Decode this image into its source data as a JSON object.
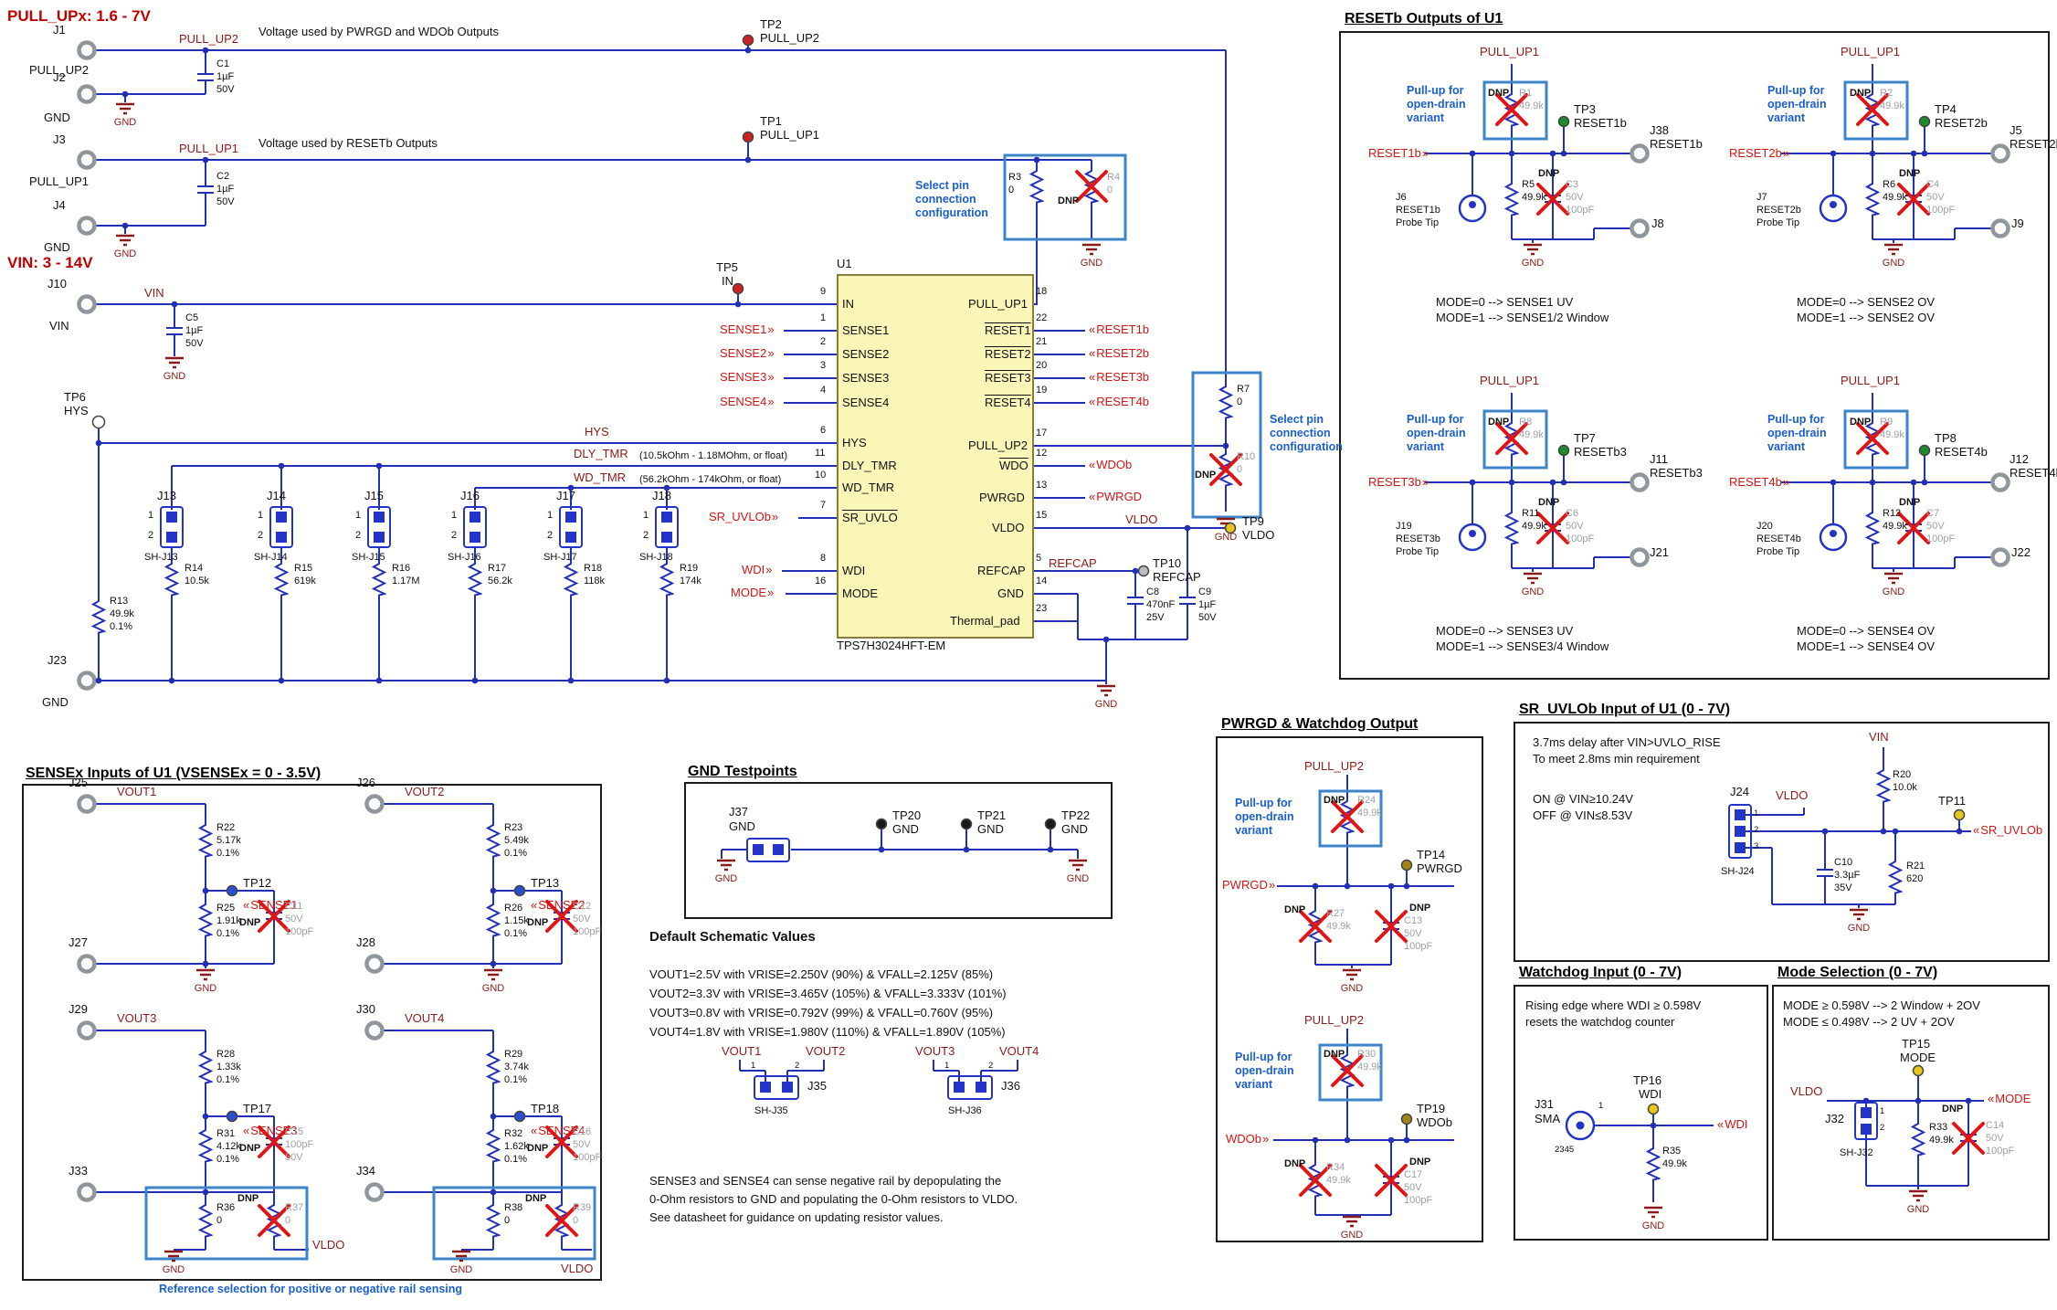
{
  "palette": {
    "wire": "#2230b8",
    "dnp_red": "#e01616",
    "highlight_blue": "#3d85c8",
    "net_red": "#d01616",
    "power_maroon": "#8b1a1a",
    "header_red": "#c00000",
    "annotation_blue": "#1b5fce",
    "ic_fill": "#faf6b8",
    "dnp_gray": "#9aa0a8"
  },
  "headers": {
    "pullupx": "PULL_UPx: 1.6 - 7V",
    "vin": "VIN: 3 - 14V"
  },
  "notes": {
    "pwrgd_rail": "Voltage used by PWRGD and WDOb Outputs",
    "resetb_rail": "Voltage used by RESETb Outputs",
    "select_pin": [
      "Select pin",
      "connection",
      "configuration"
    ],
    "pullup_od": [
      "Pull-up for",
      "open-drain",
      "variant"
    ],
    "dly_range": "(10.5kOhm - 1.18MOhm, or float)",
    "wd_range": "(56.2kOhm - 174kOhm, or float)",
    "ref_sel": "Reference selection for positive or negative rail sensing",
    "dnp": "DNP"
  },
  "panels": {
    "resetb": {
      "title": "RESETb Outputs of U1",
      "modes": [
        "MODE=0 --> SENSE1 UV",
        "MODE=1 --> SENSE1/2 Window",
        "MODE=0 --> SENSE2 OV",
        "MODE=1 --> SENSE2 OV",
        "MODE=0 --> SENSE3 UV",
        "MODE=1 --> SENSE3/4 Window",
        "MODE=0 --> SENSE4 OV",
        "MODE=1 --> SENSE4 OV"
      ]
    },
    "sensex": {
      "title": "SENSEx Inputs of U1 (VSENSEx = 0 - 3.5V)"
    },
    "gndtp": {
      "title": "GND Testpoints"
    },
    "pwrgd": {
      "title": "PWRGD & Watchdog Output"
    },
    "sruvlo": {
      "title": "SR_UVLOb Input of U1 (0 - 7V)",
      "lines": [
        "3.7ms delay after VIN>UVLO_RISE",
        "To meet 2.8ms min requirement",
        "ON @ VIN≥10.24V",
        "OFF @ VIN≤8.53V"
      ]
    },
    "wdin": {
      "title": "Watchdog Input (0 - 7V)",
      "lines": [
        "Rising edge where WDI ≥ 0.598V",
        "resets the watchdog counter"
      ]
    },
    "modesel": {
      "title": "Mode Selection (0 - 7V)",
      "lines": [
        "MODE ≥ 0.598V --> 2 Window + 2OV",
        "MODE ≤ 0.498V --> 2 UV + 2OV"
      ]
    }
  },
  "defaults": {
    "title": "Default Schematic Values",
    "lines": [
      "VOUT1=2.5V with VRISE=2.250V (90%)  & VFALL=2.125V (85%)",
      "VOUT2=3.3V with VRISE=3.465V (105%) & VFALL=3.333V (101%)",
      "VOUT3=0.8V with VRISE=0.792V (99%)  & VFALL=0.760V (95%)",
      "VOUT4=1.8V with VRISE=1.980V (110%) & VFALL=1.890V (105%)"
    ]
  },
  "sense_note": [
    "SENSE3 and SENSE4 can sense negative rail by depopulating the",
    "0-Ohm resistors to GND and populating the 0-Ohm resistors to VLDO.",
    "See datasheet for guidance on updating resistor values."
  ],
  "u1": {
    "ref": "U1",
    "part": "TPS7H3024HFT-EM",
    "left": [
      {
        "n": "9",
        "p": "IN"
      },
      {
        "n": "1",
        "p": "SENSE1"
      },
      {
        "n": "2",
        "p": "SENSE2"
      },
      {
        "n": "3",
        "p": "SENSE3"
      },
      {
        "n": "4",
        "p": "SENSE4"
      },
      {
        "n": "6",
        "p": "HYS"
      },
      {
        "n": "11",
        "p": "DLY_TMR"
      },
      {
        "n": "10",
        "p": "WD_TMR"
      },
      {
        "n": "7",
        "p": "SR_UVLO"
      },
      {
        "n": "8",
        "p": "WDI"
      },
      {
        "n": "16",
        "p": "MODE"
      }
    ],
    "right": [
      {
        "n": "18",
        "p": "PULL_UP1"
      },
      {
        "n": "22",
        "p": "RESET1"
      },
      {
        "n": "21",
        "p": "RESET2"
      },
      {
        "n": "20",
        "p": "RESET3"
      },
      {
        "n": "19",
        "p": "RESET4"
      },
      {
        "n": "17",
        "p": "PULL_UP2"
      },
      {
        "n": "12",
        "p": "WDO"
      },
      {
        "n": "13",
        "p": "PWRGD"
      },
      {
        "n": "15",
        "p": "VLDO"
      },
      {
        "n": "5",
        "p": "REFCAP"
      },
      {
        "n": "14",
        "p": "GND"
      },
      {
        "n": "23",
        "p": "Thermal_pad"
      }
    ]
  },
  "nets": {
    "pull_up1": "PULL_UP1",
    "pull_up2": "PULL_UP2",
    "vin": "VIN",
    "vldo": "VLDO",
    "gnd": "GND",
    "hys": "HYS",
    "dly_tmr": "DLY_TMR",
    "wd_tmr": "WD_TMR",
    "in": "IN",
    "refcap": "REFCAP",
    "sense1": "SENSE1",
    "sense2": "SENSE2",
    "sense3": "SENSE3",
    "sense4": "SENSE4",
    "reset1b": "RESET1b",
    "reset2b": "RESET2b",
    "reset3b": "RESET3b",
    "reset4b": "RESET4b",
    "resetb3": "RESETb3",
    "wdob": "WDOb",
    "pwrgd": "PWRGD",
    "sr_uvlob": "SR_UVLOb",
    "wdi": "WDI",
    "mode": "MODE",
    "vout1": "VOUT1",
    "vout2": "VOUT2",
    "vout3": "VOUT3",
    "vout4": "VOUT4",
    "probe_tip": "Probe Tip",
    "sma": "SMA"
  },
  "pins": {
    "p1": "1",
    "p2": "2",
    "p3": "3",
    "p2345": "2345"
  },
  "r": {
    "r1": {
      "ref": "R1",
      "v": "49.9k"
    },
    "r2": {
      "ref": "R2",
      "v": "49.9k"
    },
    "r3": {
      "ref": "R3",
      "v": "0"
    },
    "r4": {
      "ref": "R4",
      "v": "0"
    },
    "r5": {
      "ref": "R5",
      "v": "49.9k"
    },
    "r6": {
      "ref": "R6",
      "v": "49.9k"
    },
    "r7": {
      "ref": "R7",
      "v": "0"
    },
    "r8": {
      "ref": "R8",
      "v": "49.9k"
    },
    "r9": {
      "ref": "R9",
      "v": "49.9k"
    },
    "r10": {
      "ref": "R10",
      "v": "0"
    },
    "r11": {
      "ref": "R11",
      "v": "49.9k"
    },
    "r12": {
      "ref": "R12",
      "v": "49.9k"
    },
    "r13": {
      "ref": "R13",
      "v": "49.9k",
      "t": "0.1%"
    },
    "r14": {
      "ref": "R14",
      "v": "10.5k"
    },
    "r15": {
      "ref": "R15",
      "v": "619k"
    },
    "r16": {
      "ref": "R16",
      "v": "1.17M"
    },
    "r17": {
      "ref": "R17",
      "v": "56.2k"
    },
    "r18": {
      "ref": "R18",
      "v": "118k"
    },
    "r19": {
      "ref": "R19",
      "v": "174k"
    },
    "r20": {
      "ref": "R20",
      "v": "10.0k"
    },
    "r21": {
      "ref": "R21",
      "v": "620"
    },
    "r22": {
      "ref": "R22",
      "v": "5.17k",
      "t": "0.1%"
    },
    "r23": {
      "ref": "R23",
      "v": "5.49k",
      "t": "0.1%"
    },
    "r24": {
      "ref": "R24",
      "v": "49.9k"
    },
    "r25": {
      "ref": "R25",
      "v": "1.91k",
      "t": "0.1%"
    },
    "r26": {
      "ref": "R26",
      "v": "1.15k",
      "t": "0.1%"
    },
    "r27": {
      "ref": "R27",
      "v": "49.9k"
    },
    "r28": {
      "ref": "R28",
      "v": "1.33k",
      "t": "0.1%"
    },
    "r29": {
      "ref": "R29",
      "v": "3.74k",
      "t": "0.1%"
    },
    "r30": {
      "ref": "R30",
      "v": "49.9k"
    },
    "r31": {
      "ref": "R31",
      "v": "4.12k",
      "t": "0.1%"
    },
    "r32": {
      "ref": "R32",
      "v": "1.62k",
      "t": "0.1%"
    },
    "r33": {
      "ref": "R33",
      "v": "49.9k"
    },
    "r34": {
      "ref": "R34",
      "v": "49.9k"
    },
    "r35": {
      "ref": "R35",
      "v": "49.9k"
    },
    "r36": {
      "ref": "R36",
      "v": "0"
    },
    "r37": {
      "ref": "R37",
      "v": "0"
    },
    "r38": {
      "ref": "R38",
      "v": "0"
    },
    "r39": {
      "ref": "R39",
      "v": "0"
    }
  },
  "c": {
    "c1": {
      "ref": "C1",
      "l": [
        "1µF",
        "50V"
      ]
    },
    "c2": {
      "ref": "C2",
      "l": [
        "1µF",
        "50V"
      ]
    },
    "c3": {
      "ref": "C3",
      "l": [
        "50V",
        "100pF"
      ]
    },
    "c4": {
      "ref": "C4",
      "l": [
        "50V",
        "100pF"
      ]
    },
    "c5": {
      "ref": "C5",
      "l": [
        "1µF",
        "50V"
      ]
    },
    "c6": {
      "ref": "C6",
      "l": [
        "50V",
        "100pF"
      ]
    },
    "c7": {
      "ref": "C7",
      "l": [
        "50V",
        "100pF"
      ]
    },
    "c8": {
      "ref": "C8",
      "l": [
        "470nF",
        "25V"
      ]
    },
    "c9": {
      "ref": "C9",
      "l": [
        "1µF",
        "50V"
      ]
    },
    "c10": {
      "ref": "C10",
      "l": [
        "3.3µF",
        "35V"
      ]
    },
    "c11": {
      "ref": "C11",
      "l": [
        "50V",
        "100pF"
      ]
    },
    "c12": {
      "ref": "C12",
      "l": [
        "50V",
        "100pF"
      ]
    },
    "c13": {
      "ref": "C13",
      "l": [
        "50V",
        "100pF"
      ]
    },
    "c14": {
      "ref": "C14",
      "l": [
        "50V",
        "100pF"
      ]
    },
    "c15": {
      "ref": "C15",
      "l": [
        "100pF",
        "50V"
      ]
    },
    "c16": {
      "ref": "C16",
      "l": [
        "50V",
        "100pF"
      ]
    },
    "c17": {
      "ref": "C17",
      "l": [
        "50V",
        "100pF"
      ]
    }
  },
  "j": {
    "j1": "J1",
    "j2": "J2",
    "j3": "J3",
    "j4": "J4",
    "j5": "J5",
    "j6": "J6",
    "j7": "J7",
    "j8": "J8",
    "j9": "J9",
    "j10": "J10",
    "j11": "J11",
    "j12": "J12",
    "j13": "J13",
    "j14": "J14",
    "j15": "J15",
    "j16": "J16",
    "j17": "J17",
    "j18": "J18",
    "j19": "J19",
    "j20": "J20",
    "j21": "J21",
    "j22": "J22",
    "j23": "J23",
    "j24": "J24",
    "j25": "J25",
    "j26": "J26",
    "j27": "J27",
    "j28": "J28",
    "j29": "J29",
    "j30": "J30",
    "j31": "J31",
    "j32": "J32",
    "j33": "J33",
    "j34": "J34",
    "j35": "J35",
    "j36": "J36",
    "j37": "J37",
    "j38": "J38"
  },
  "sh": {
    "j13": "SH-J13",
    "j14": "SH-J14",
    "j15": "SH-J15",
    "j16": "SH-J16",
    "j17": "SH-J17",
    "j18": "SH-J18",
    "j24": "SH-J24",
    "j32": "SH-J32",
    "j35": "SH-J35",
    "j36": "SH-J36"
  },
  "tp": {
    "tp1": "TP1",
    "tp2": "TP2",
    "tp3": "TP3",
    "tp4": "TP4",
    "tp5": "TP5",
    "tp6": "TP6",
    "tp7": "TP7",
    "tp8": "TP8",
    "tp9": "TP9",
    "tp10": "TP10",
    "tp11": "TP11",
    "tp12": "TP12",
    "tp13": "TP13",
    "tp14": "TP14",
    "tp15": "TP15",
    "tp16": "TP16",
    "tp17": "TP17",
    "tp18": "TP18",
    "tp19": "TP19",
    "tp20": "TP20",
    "tp21": "TP21",
    "tp22": "TP22"
  }
}
